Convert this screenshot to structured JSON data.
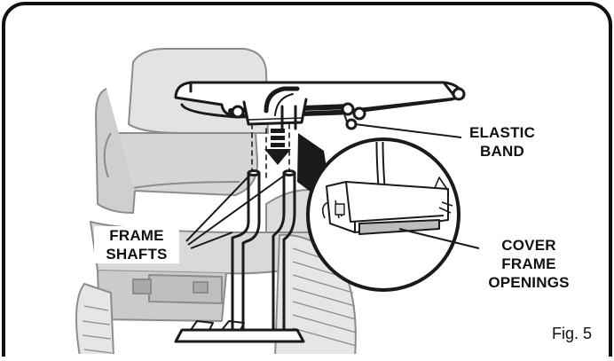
{
  "callouts": {
    "elastic_band": [
      "ELASTIC",
      "BAND"
    ],
    "frame_shafts": [
      "FRAME",
      "SHAFTS"
    ],
    "cover_frame_openings": [
      "COVER",
      "FRAME",
      "OPENINGS"
    ]
  },
  "figure_label": "Fig. 5",
  "colors": {
    "line": "#1a1a1a",
    "light_line": "#8c8c8c",
    "fill_light": "#eaeaea",
    "fill_mid": "#d4d4d4",
    "fill_dark": "#bdbdbd",
    "frame_border": "#111111",
    "background": "#ffffff"
  }
}
